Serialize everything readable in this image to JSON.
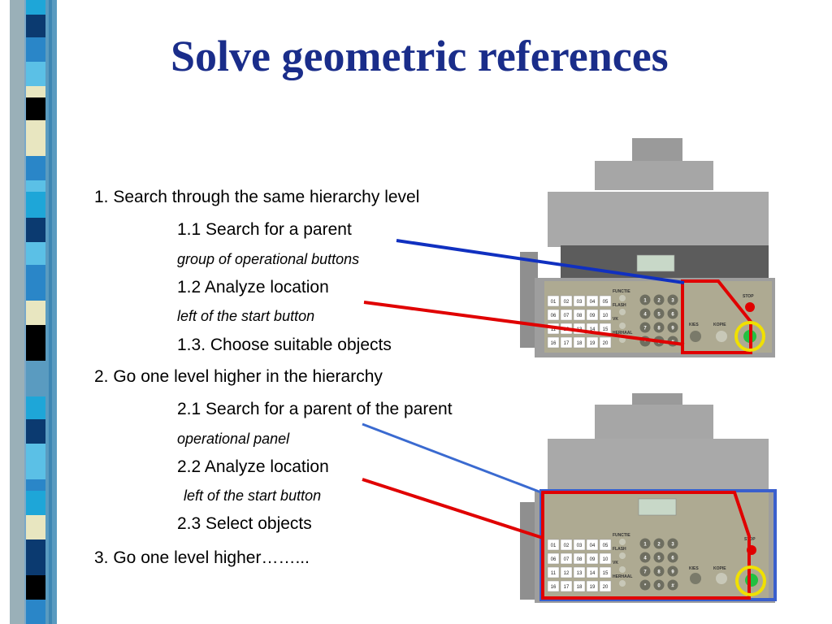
{
  "slide": {
    "title": "Solve geometric references",
    "lines": [
      "1. Search through the same hierarchy level",
      "1.1 Search for a parent",
      "group of operational buttons",
      "1.2 Analyze location",
      "left of the start button",
      "1.3. Choose suitable objects",
      "2. Go one level higher in the hierarchy",
      "2.1 Search for a parent of the parent",
      "operational panel",
      "2.2 Analyze location",
      "left of the start button",
      "2.3 Select objects",
      "3. Go one level higher……..."
    ]
  },
  "device": {
    "keypad_numbers": [
      "01",
      "02",
      "03",
      "04",
      "05",
      "06",
      "07",
      "08",
      "09",
      "10",
      "11",
      "12",
      "13",
      "14",
      "15",
      "16",
      "17",
      "18",
      "19",
      "20"
    ],
    "dial_keys": [
      "1",
      "2",
      "3",
      "4",
      "5",
      "6",
      "7",
      "8",
      "9",
      "*",
      "0",
      "#"
    ],
    "function_labels": [
      "FUNCTIE",
      "FLASH",
      "VK",
      "HERHAAL"
    ],
    "button_labels": [
      "KIES",
      "KOPIE"
    ],
    "stop_label": "STOP"
  },
  "colors": {
    "title": "#1a2d8a",
    "parent_highlight": "#e00000",
    "level2_highlight": "#3a5fcd",
    "start_marker": "#f0e000",
    "connector_blue": "#1030c0"
  }
}
